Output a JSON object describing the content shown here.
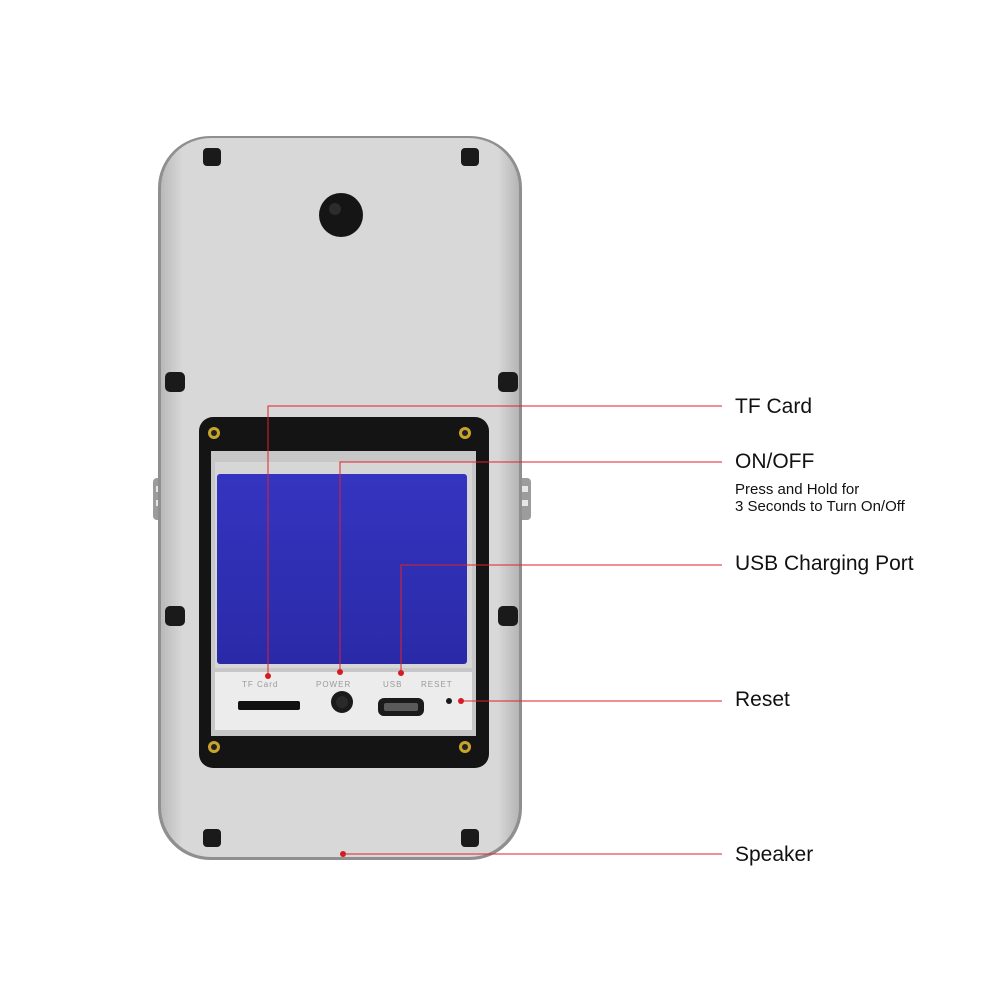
{
  "callouts": {
    "tf_card": "TF Card",
    "on_off": "ON/OFF",
    "on_off_note_line1": "Press and Hold for",
    "on_off_note_line2": "3 Seconds to Turn On/Off",
    "usb_port": "USB Charging Port",
    "reset": "Reset",
    "speaker": "Speaker"
  },
  "port_labels": {
    "tf_card": "TF Card",
    "power": "POWER",
    "usb": "USB",
    "reset": "RESET"
  },
  "colors": {
    "background": "#ffffff",
    "device_body": "#d4d4d4",
    "device_edge": "#9a9a9a",
    "panel_frame": "#151515",
    "battery_blue": "#2f2fb8",
    "leader_line": "#e0222a",
    "leader_dot": "#d41a22",
    "screw_ring": "#c8a52a"
  }
}
